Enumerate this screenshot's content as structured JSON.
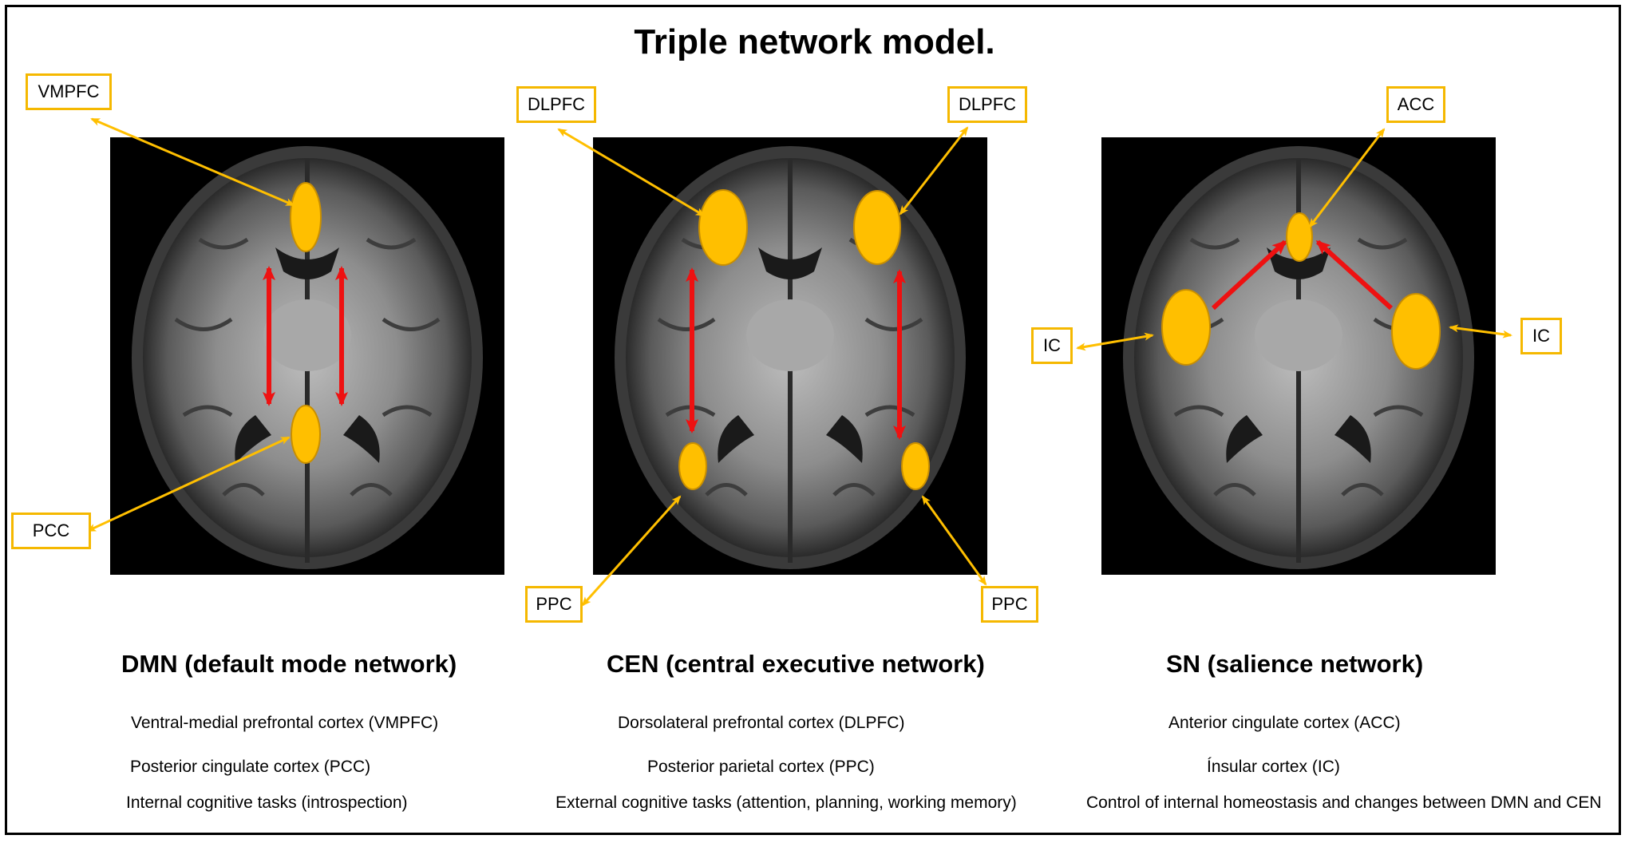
{
  "title": "Triple network model.",
  "networks": [
    {
      "heading": "DMN (default mode network)",
      "lines": [
        "Ventral-medial prefrontal cortex (VMPFC)",
        "Posterior cingulate cortex (PCC)",
        "Internal cognitive tasks (introspection)"
      ],
      "labels": [
        "VMPFC",
        "PCC"
      ]
    },
    {
      "heading": "CEN (central executive network)",
      "lines": [
        "Dorsolateral prefrontal cortex (DLPFC)",
        "Posterior parietal cortex (PPC)",
        "External cognitive tasks (attention, planning, working memory)"
      ],
      "labels": [
        "DLPFC",
        "DLPFC",
        "PPC",
        "PPC"
      ]
    },
    {
      "heading": "SN (salience network)",
      "lines": [
        "Anterior cingulate cortex (ACC)",
        "Ínsular cortex (IC)",
        "Control of internal homeostasis and changes between DMN and CEN"
      ],
      "labels": [
        "ACC",
        "IC",
        "IC"
      ]
    }
  ],
  "colors": {
    "region": "#ffbf00",
    "connection": "#ee1111",
    "label_border": "#f5b800"
  }
}
